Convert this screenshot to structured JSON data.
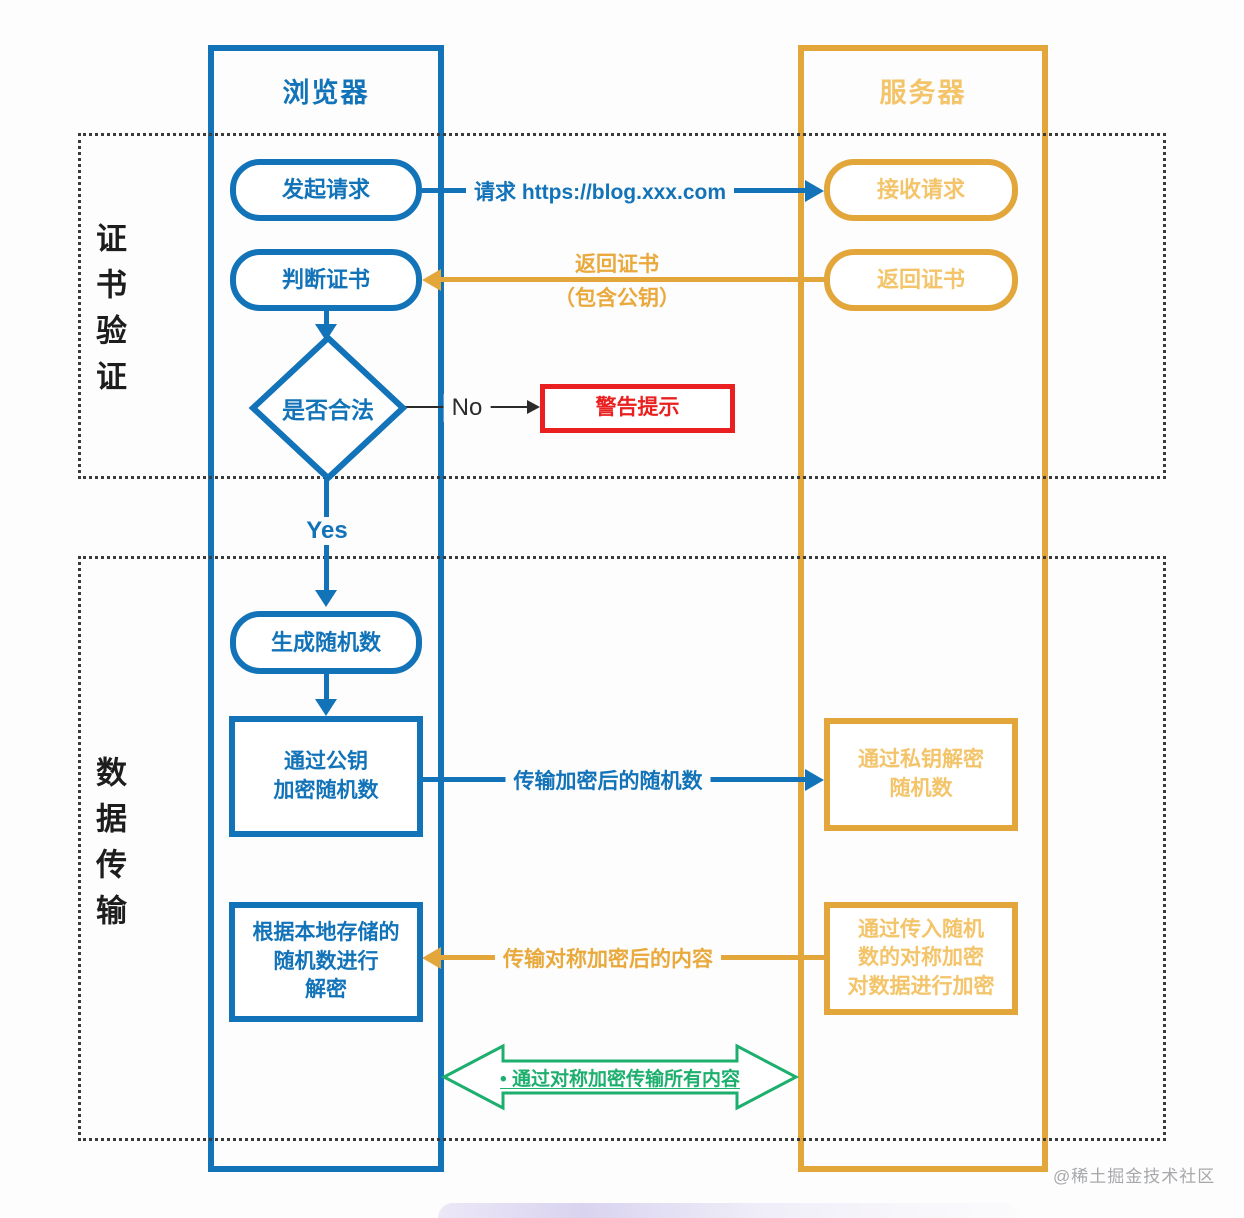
{
  "colors": {
    "blue": "#1273B8",
    "yellow": "#E2A63B",
    "yellow_light": "#F4C46A",
    "red": "#EA1F1F",
    "green": "#1CAF6D",
    "section_dot": "#3b3b3b"
  },
  "lanes": {
    "browser": {
      "title": "浏览器"
    },
    "server": {
      "title": "服务器"
    }
  },
  "sections": {
    "cert": {
      "label": "证书验证"
    },
    "data": {
      "label": "数据传输"
    }
  },
  "nodes": {
    "initiate": "发起请求",
    "receive": "接收请求",
    "judge": "判断证书",
    "return_cert": "返回证书",
    "valid": "是否合法",
    "warning": "警告提示",
    "random": "生成随机数",
    "pubkey_line1": "通过公钥",
    "pubkey_line2": "加密随机数",
    "privkey_line1": "通过私钥解密",
    "privkey_line2": "随机数",
    "local_line1": "根据本地存储的",
    "local_line2": "随机数进行",
    "local_line3": "解密",
    "sym_line1": "通过传入随机",
    "sym_line2": "数的对称加密",
    "sym_line3": "对数据进行加密"
  },
  "edges": {
    "request": "请求 https://blog.xxx.com",
    "return1": "返回证书",
    "return2": "（包含公钥）",
    "no": "No",
    "yes": "Yes",
    "enc_random": "传输加密后的随机数",
    "sym_content": "传输对称加密后的内容",
    "sym_all": "• 通过对称加密传输所有内容"
  },
  "watermark": "@稀土掘金技术社区"
}
